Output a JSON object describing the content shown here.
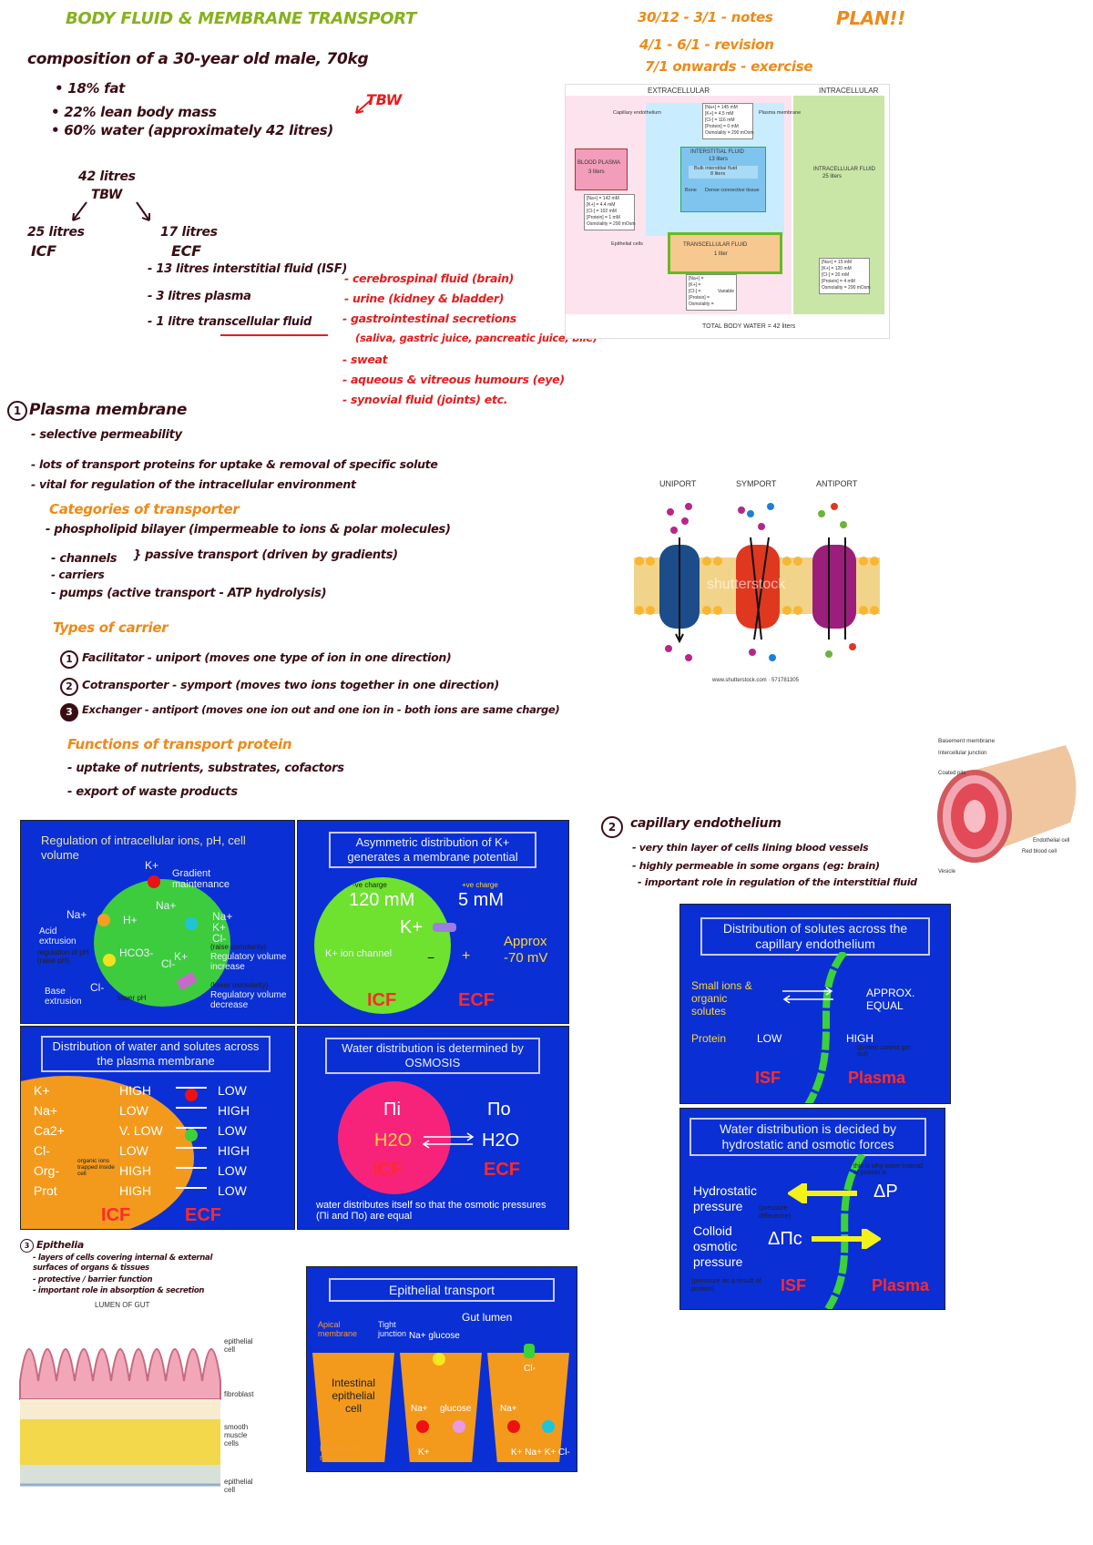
{
  "title": "BODY FLUID & MEMBRANE TRANSPORT",
  "plan": {
    "l1": "30/12 - 3/1 - notes",
    "l1b": "PLAN!!",
    "l2": "4/1 - 6/1 - revision",
    "l3": "7/1 onwards - exercise"
  },
  "composition": {
    "heading": "composition of a 30-year old male, 70kg",
    "items": [
      "• 18% fat",
      "• 22% lean body mass",
      "• 60% water (approximately 42 litres)"
    ],
    "tbw_note": "TBW",
    "tree_top": "42 litres",
    "tree_top2": "TBW",
    "icf": "25 litres",
    "icf2": "ICF",
    "ecf": "17 litres",
    "ecf2": "ECF",
    "ecf_items": [
      "- 13 litres interstitial fluid (ISF)",
      "- 3 litres plasma",
      "- 1 litre transcellular fluid"
    ],
    "transcellular": [
      "- cerebrospinal fluid (brain)",
      "- urine (kidney & bladder)",
      "- gastrointestinal secretions",
      "(saliva, gastric juice, pancreatic juice, bile)",
      "- sweat",
      "- aqueous & vitreous humours (eye)",
      "- synovial fluid (joints)   etc."
    ]
  },
  "fig_fluid": {
    "extracellular": "EXTRACELLULAR",
    "intracellular": "INTRACELLULAR",
    "blood_plasma": "BLOOD PLASMA",
    "blood_plasma_vol": "3 liters",
    "interstitial": "INTERSTITIAL FLUID",
    "interstitial_vol": "13 liters",
    "bulk": "Bulk interstitial fluid",
    "bulk_vol": "8 liters",
    "bone": "Bone",
    "dense": "Dense connective tissue",
    "transcellular": "TRANSCELLULAR FLUID",
    "transcellular_vol": "1 liter",
    "intracellular_fluid": "INTRACELLULAR FLUID",
    "intracellular_vol": "25 liters",
    "capillary": "Capillary endothelium",
    "plasma_membrane": "Plasma membrane",
    "epithelial": "Epithelial cells",
    "total": "TOTAL BODY WATER = 42 liters",
    "box1": [
      "[Na+] = 145 mM",
      "[K+] = 4.5 mM",
      "[Cl-] = 116 mM",
      "[Protein] = 0 mM",
      "Osmolality = 290 mOsm"
    ],
    "box2": [
      "[Na+] = 142 mM",
      "[K+] = 4.4 mM",
      "[Cl-] = 102 mM",
      "[Protein] = 1 mM",
      "Osmolality = 290 mOsm"
    ],
    "box3": [
      "[Na+] =",
      "[K+] =",
      "[Cl-] =",
      "[Protein] =",
      "Osmolality ="
    ],
    "box3_note": "Variable",
    "box4": [
      "[Na+] = 15 mM",
      "[K+] = 120 mM",
      "[Cl-] = 20 mM",
      "[Protein] = 4 mM",
      "Osmolality = 290 mOsm"
    ]
  },
  "plasma_membrane": {
    "heading": "Plasma membrane",
    "num": "1",
    "items": [
      "- selective permeability",
      "- lots of transport proteins for uptake & removal of specific solute",
      "- vital for regulation of the intracellular environment"
    ],
    "cat_heading": "Categories of transporter",
    "cats": [
      "- phospholipid bilayer (impermeable to ions & polar molecules)",
      "- channels",
      "- carriers",
      "} passive transport (driven by gradients)",
      "- pumps  (active transport - ATP hydrolysis)"
    ],
    "carrier_heading": "Types of carrier",
    "carriers": [
      "Facilitator - uniport (moves one type of ion in one direction)",
      "Cotransporter - symport (moves two ions together in one direction)",
      "Exchanger - antiport (moves one ion out and one ion in - both ions are same charge)"
    ],
    "carrier_nums": [
      "1",
      "2",
      "3"
    ],
    "func_heading": "Functions of transport protein",
    "funcs": [
      "- uptake of nutrients, substrates, cofactors",
      "- export of waste products"
    ]
  },
  "fig_ports": {
    "uniport": "UNIPORT",
    "symport": "SYMPORT",
    "antiport": "ANTIPORT",
    "watermark": "shutterstock",
    "credit": "www.shutterstock.com · 571781305"
  },
  "fig_capillary": {
    "labels": [
      "Basement membrane",
      "Intercellular junction",
      "Coated pits",
      "Endothelial cell",
      "Red blood cell",
      "Vesicle"
    ]
  },
  "capillary": {
    "num": "2",
    "heading": "capillary endothelium",
    "items": [
      "- very thin layer of cells lining blood vessels",
      "- highly permeable in some organs (eg: brain)",
      "- important role in regulation of the interstitial fluid"
    ]
  },
  "slide1": {
    "title": "Regulation of intracellular ions, pH, cell volume",
    "k": "K+",
    "gradient": "Gradient maintenance",
    "na": "Na+",
    "h": "H+",
    "hco3": "HCO3-",
    "cl": "Cl-",
    "acid": "Acid extrusion",
    "acid_note": "regulation of pH (raise pH)",
    "na2": "Na+",
    "base": "Base extrusion",
    "base_note": "lower pH",
    "reg_inc": "Regulatory volume increase",
    "reg_inc_note": "(raise osmolarity)",
    "reg_dec": "Regulatory volume decrease",
    "reg_dec_note": "(lower osmolarity)",
    "na3": "Na+",
    "k3": "K+",
    "cl3": "Cl-",
    "cl4": "Cl-",
    "k4": "K+"
  },
  "slide2": {
    "title": "Asymmetric distribution of K+ generates a membrane potential",
    "icf_conc": "120 mM",
    "ecf_conc": "5 mM",
    "neg_note": "-ve charge",
    "pos_note": "+ve charge",
    "k": "K+",
    "channel": "K+ ion channel",
    "minus": "−",
    "plus": "+",
    "approx": "Approx -70 mV",
    "icf": "ICF",
    "ecf": "ECF"
  },
  "slide3": {
    "title": "Distribution of water and solutes across the plasma membrane",
    "rows": [
      {
        "ion": "K+",
        "icf": "HIGH",
        "ecf": "LOW"
      },
      {
        "ion": "Na+",
        "icf": "LOW",
        "ecf": "HIGH"
      },
      {
        "ion": "Ca2+",
        "icf": "V. LOW",
        "ecf": "LOW"
      },
      {
        "ion": "Cl-",
        "icf": "LOW",
        "ecf": "HIGH"
      },
      {
        "ion": "Org-",
        "icf": "HIGH",
        "ecf": "LOW"
      },
      {
        "ion": "Prot",
        "icf": "HIGH",
        "ecf": "LOW"
      }
    ],
    "org_note": "organic ions trapped inside cell",
    "icf": "ICF",
    "ecf": "ECF"
  },
  "slide4": {
    "title": "Water distribution is determined by OSMOSIS",
    "pi_i": "Πi",
    "pi_o": "Πo",
    "h2o_l": "H2O",
    "h2o_r": "H2O",
    "icf": "ICF",
    "ecf": "ECF",
    "caption": "water distributes itself so that the osmotic pressures (Πi and Πo) are equal"
  },
  "slide5": {
    "title": "Distribution of solutes across the capillary endothelium",
    "small": "Small ions & organic solutes",
    "approx": "APPROX. EQUAL",
    "protein": "Protein",
    "low": "LOW",
    "high": "HIGH",
    "note": "(protein cannot get out)",
    "isf": "ISF",
    "plasma": "Plasma"
  },
  "slide6": {
    "title": "Water distribution is decided by hydrostatic and osmotic forces",
    "hydro": "Hydrostatic pressure",
    "hydro_note": "(pressure difference)",
    "dp": "ΔP",
    "colloid": "Colloid osmotic pressure",
    "colloid_note": "(pressure as a result of protein)",
    "dpi": "ΔΠc",
    "top_note": "this is why water instead of protein is",
    "isf": "ISF",
    "plasma": "Plasma"
  },
  "epithelia": {
    "num": "3",
    "heading": "Epithelia",
    "items": [
      "- layers of cells covering internal & external surfaces of organs & tissues",
      "- protective / barrier function",
      "- important role in absorption & secretion"
    ]
  },
  "fig_gut": {
    "lumen": "LUMEN OF GUT",
    "epithelial": "epithelial cell",
    "fibroblast": "fibroblast",
    "smooth": "smooth muscle cells",
    "epithelial2": "epithelial cell"
  },
  "slide7": {
    "title": "Epithelial transport",
    "gut": "Gut lumen",
    "apical": "Apical membrane",
    "tight": "Tight junction",
    "na_glucose": "Na+ glucose",
    "cell": "Intestinal epithelial cell",
    "na": "Na+",
    "glucose": "glucose",
    "na2": "Na+",
    "cl": "Cl-",
    "basolateral": "Basolateral membrane",
    "k": "K+",
    "knacl": "K+ Na+ K+ Cl-"
  }
}
